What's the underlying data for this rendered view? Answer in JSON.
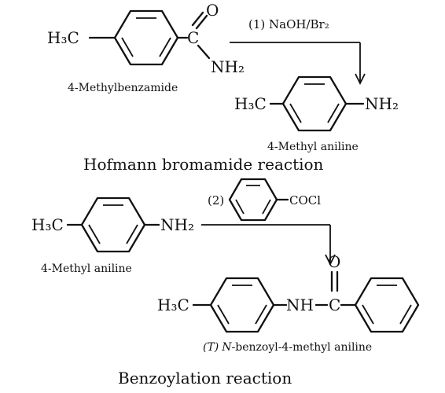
{
  "reaction1": {
    "reactant_ch3": "H₃C",
    "reactant_o": "O",
    "reactant_c": "C",
    "reactant_nh2": "NH₂",
    "reactant_name": "4-Methylbenzamide",
    "condition": "(1) NaOH/Br₂",
    "product_ch3": "H₃C",
    "product_nh2": "NH₂",
    "product_name": "4-Methyl aniline",
    "title": "Hofmann bromamide reaction"
  },
  "reaction2": {
    "condition_number": "(2)",
    "reagent_group": "COCl",
    "reactant_ch3": "H₃C",
    "reactant_nh2": "NH₂",
    "reactant_name": "4-Methyl aniline",
    "product_ch3": "H₃C",
    "product_nh": "NH",
    "product_c": "C",
    "product_o": "O",
    "product_label": "(T)",
    "product_name_italic": "N",
    "product_name_rest": "-benzoyl-4-methyl aniline",
    "title": "Benzoylation reaction"
  }
}
